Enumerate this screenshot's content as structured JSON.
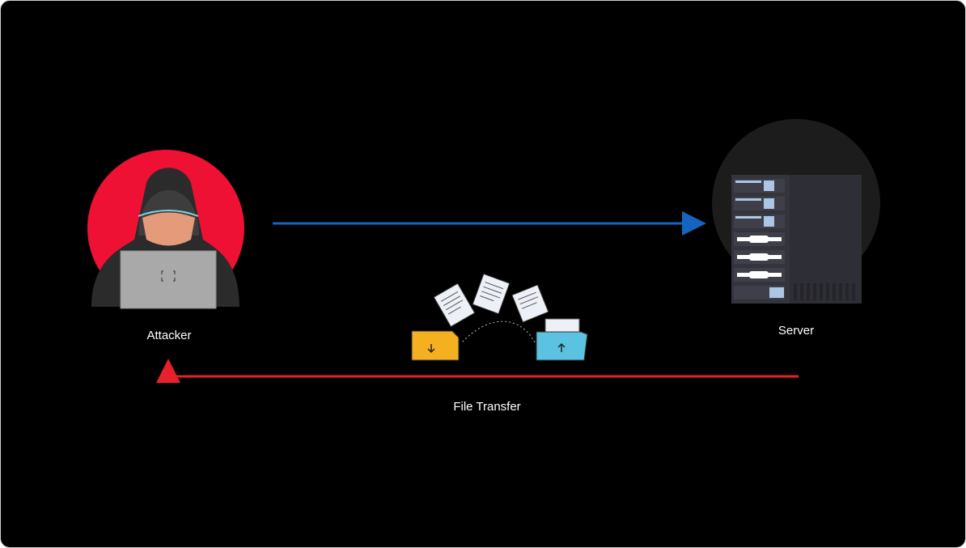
{
  "nodes": {
    "attacker": {
      "label": "Attacker"
    },
    "server": {
      "label": "Server"
    }
  },
  "edges": {
    "request": {
      "color": "#1565c0",
      "direction": "attacker-to-server"
    },
    "transfer": {
      "label": "File Transfer",
      "color": "#e8202a",
      "direction": "server-to-attacker"
    }
  },
  "colors": {
    "attacker_circle": "#ee1133",
    "server_circle": "#1c1c1c",
    "folder_download": "#f5b021",
    "folder_upload": "#5bc3e1"
  }
}
